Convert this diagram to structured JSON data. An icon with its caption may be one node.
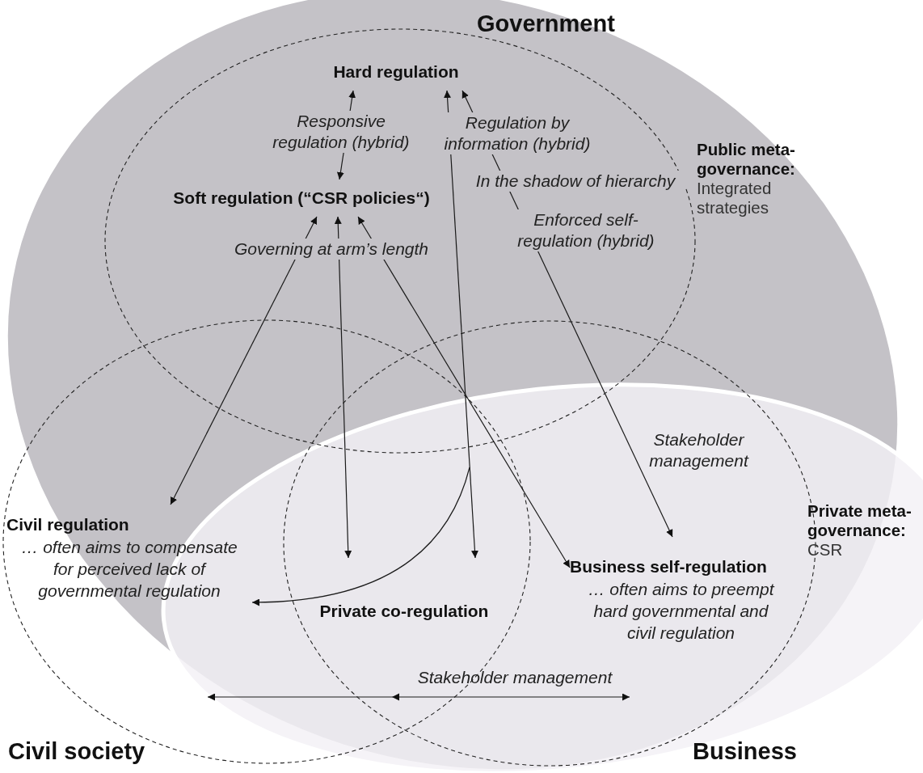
{
  "diagram": {
    "nodes": [
      {
        "text": [
          "Hard regulation"
        ]
      },
      {
        "text": [
          "Soft regulation (“CSR policies“)"
        ]
      },
      {
        "text": [
          "Civil regulation",
          "… often aims to compensate for perceived lack of governmental regulation"
        ]
      },
      {
        "text": [
          "Private co-regulation"
        ]
      },
      {
        "text": [
          "Business self-regulation",
          "… often aims to preempt hard governmental and civil regulation"
        ]
      }
    ],
    "edges": [
      {
        "from": 0,
        "to": 1,
        "arrow": "both",
        "label": "Responsive regulation (hybrid)"
      },
      {
        "from": 0,
        "to": 3,
        "arrow": "both",
        "label": "Regulation by information (hybrid)"
      },
      {
        "from": 0,
        "to": 4,
        "arrow": "both",
        "label": "Enforced self-regulation (hybrid)"
      },
      {
        "from": 1,
        "to": 2,
        "arrow": "both"
      },
      {
        "from": 1,
        "to": 3,
        "arrow": "both"
      },
      {
        "from": 1,
        "to": 4,
        "arrow": "both"
      },
      {
        "from": null,
        "to": 2,
        "arrow": "to"
      }
    ],
    "labels": [
      "Government",
      "Public meta-governance:",
      "Integrated strategies",
      "In the shadow of hierarchy",
      "Governing at arm’s length",
      "Stakeholder management",
      "Private meta-governance:",
      "CSR",
      "Stakeholder management",
      "Civil society",
      "Business"
    ]
  }
}
